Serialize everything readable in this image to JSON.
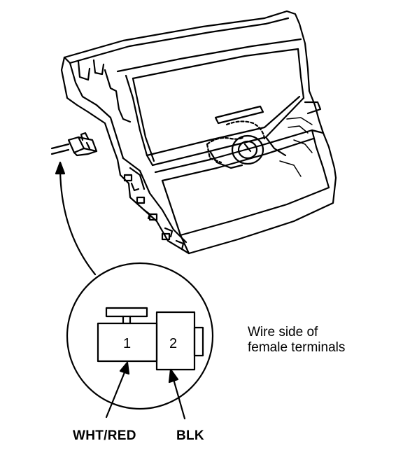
{
  "caption": {
    "line1": "Wire side of",
    "line2": "female terminals"
  },
  "connector": {
    "pin1": "1",
    "pin2": "2"
  },
  "wires": {
    "pin1_color": "WHT/RED",
    "pin2_color": "BLK"
  }
}
